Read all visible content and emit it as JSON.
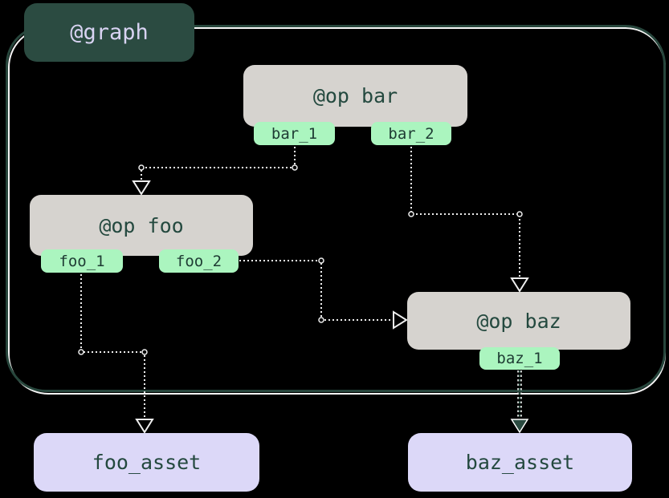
{
  "diagram": {
    "graph_label": "@graph",
    "ops": [
      {
        "label": "@op bar",
        "outputs": [
          "bar_1",
          "bar_2"
        ]
      },
      {
        "label": "@op foo",
        "outputs": [
          "foo_1",
          "foo_2"
        ]
      },
      {
        "label": "@op baz",
        "outputs": [
          "baz_1"
        ]
      }
    ],
    "assets": [
      "foo_asset",
      "baz_asset"
    ],
    "edges": [
      {
        "from": "bar_1",
        "to": "@op foo",
        "style": "dotted-light-open-arrow"
      },
      {
        "from": "bar_2",
        "to": "@op baz",
        "style": "dotted-light-open-arrow"
      },
      {
        "from": "foo_2",
        "to": "@op baz",
        "style": "dotted-light-open-arrow"
      },
      {
        "from": "foo_1",
        "to": "foo_asset",
        "style": "dotted-light-open-arrow"
      },
      {
        "from": "baz_1",
        "to": "baz_asset",
        "style": "dotted-teal-filled-arrow"
      }
    ],
    "colors": {
      "background": "#000000",
      "graph_fill": "#2b4b41",
      "graph_border": "#27463c",
      "graph_label_text": "#d8d3f2",
      "op_fill": "#d6d3cf",
      "op_text": "#24493f",
      "output_fill": "#abf5bf",
      "output_text": "#1e3b33",
      "asset_fill": "#dcd8f8",
      "asset_text": "#24493f",
      "edge_light": "#eeeeee",
      "edge_teal": "#2b4b41"
    }
  }
}
